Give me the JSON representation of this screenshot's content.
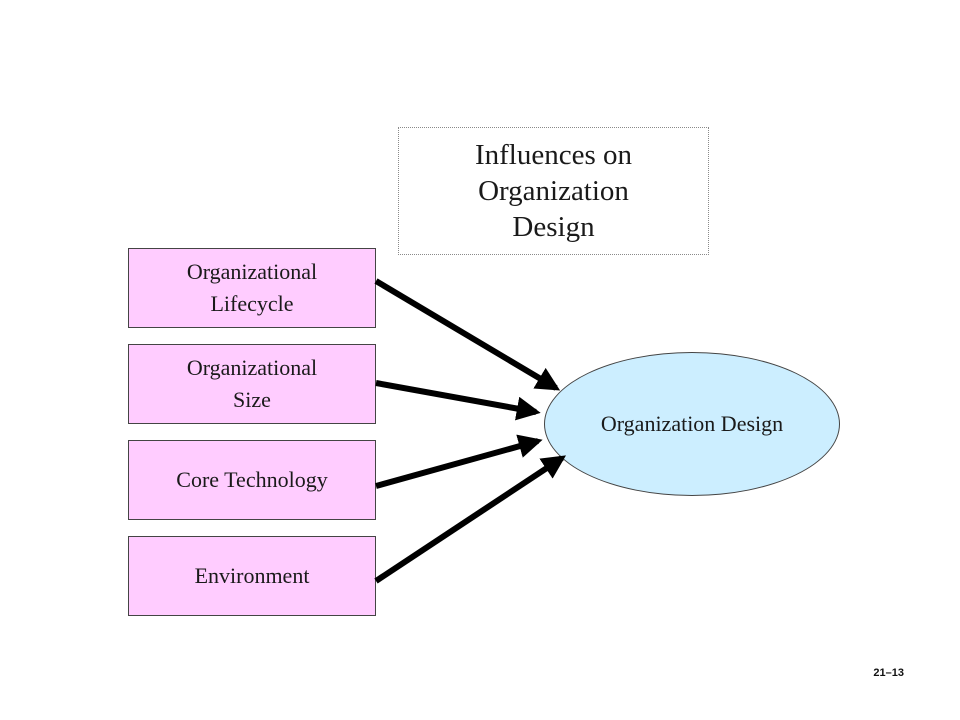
{
  "title": "Influences on\nOrganization\nDesign",
  "factors": [
    {
      "label": "Organizational\nLifecycle"
    },
    {
      "label": "Organizational\nSize"
    },
    {
      "label": "Core Technology"
    },
    {
      "label": "Environment"
    }
  ],
  "target": {
    "label": "Organization Design"
  },
  "slide_number": "21–13",
  "colors": {
    "factor_fill": "#ffccff",
    "target_fill": "#cceeff",
    "arrow": "#000000"
  }
}
